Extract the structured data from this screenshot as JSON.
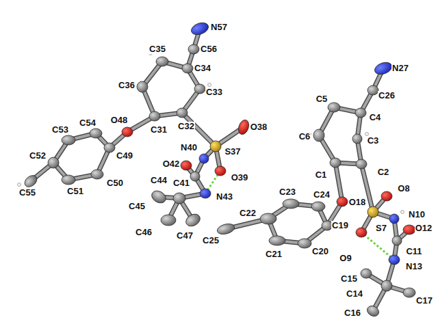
{
  "diagram": {
    "labels": [
      "N57",
      "C56",
      "C35",
      "C34",
      "N27",
      "C36",
      "C33",
      "C26",
      "C5",
      "C4",
      "C54",
      "O48",
      "C53",
      "C32",
      "C31",
      "C6",
      "C3",
      "C49",
      "C52",
      "N40",
      "S37",
      "O38",
      "O42",
      "C41",
      "O39",
      "C1",
      "C2",
      "C44",
      "C51",
      "C50",
      "C55",
      "N43",
      "C23",
      "C24",
      "O8",
      "C45",
      "O18",
      "C22",
      "N10",
      "O12",
      "C19",
      "S7",
      "C25",
      "C46",
      "C47",
      "C11",
      "C21",
      "C20",
      "O9",
      "N13",
      "C15",
      "C14",
      "C17",
      "C16"
    ]
  }
}
